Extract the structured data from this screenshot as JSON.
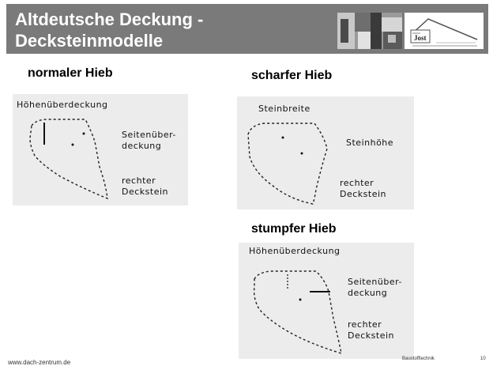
{
  "header": {
    "title_line1": "Altdeutsche Deckung -",
    "title_line2": "Decksteinmodelle",
    "logo_text": "Jost"
  },
  "sections": {
    "normal": {
      "heading": "normaler Hieb",
      "caption_top": "Höhenüberdeckung",
      "caption_side": "Seitenüber-\ndeckung",
      "caption_stone": "rechter\nDeckstein"
    },
    "sharp": {
      "heading": "scharfer Hieb",
      "caption_top": "Steinbreite",
      "caption_side": "Steinhöhe",
      "caption_stone": "rechter\nDeckstein"
    },
    "blunt": {
      "heading": "stumpfer Hieb",
      "caption_top": "Höhenüberdeckung",
      "caption_side": "Seitenüber-\ndeckung",
      "caption_stone": "rechter\nDeckstein"
    }
  },
  "footer": {
    "url": "www.dach-zentrum.de",
    "topic": "Baustofftechnik",
    "page": "10"
  },
  "colors": {
    "title_band": "#7a7a7a",
    "sketch_bg": "#ececec"
  }
}
